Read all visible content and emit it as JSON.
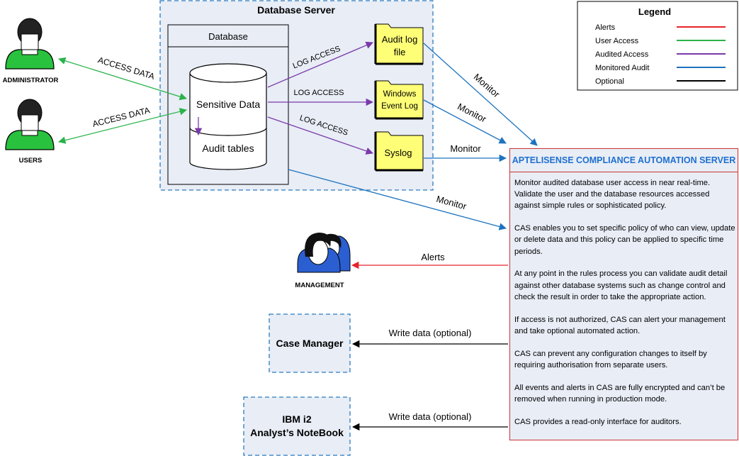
{
  "server": {
    "title": "Database Server"
  },
  "database": {
    "title": "Database",
    "sensitive": "Sensitive Data",
    "audit": "Audit tables"
  },
  "logs": {
    "audit_line1": "Audit log",
    "audit_line2": "file",
    "win_line1": "Windows",
    "win_line2": "Event Log",
    "syslog": "Syslog"
  },
  "actors": {
    "admin": "ADMINISTRATOR",
    "users": "USERS",
    "management": "MANAGEMENT"
  },
  "edges": {
    "access_data_1": "ACCESS DATA",
    "access_data_2": "ACCESS DATA",
    "log_access_1": "LOG ACCESS",
    "log_access_2": "LOG ACCESS",
    "log_access_3": "LOG ACCESS",
    "monitor_1": "Monitor",
    "monitor_2": "Monitor",
    "monitor_3": "Monitor",
    "monitor_4": "Monitor",
    "alerts": "Alerts",
    "write_1": "Write data (optional)",
    "write_2": "Write data (optional)"
  },
  "case_manager": "Case Manager",
  "ibm": {
    "line1": "IBM i2",
    "line2": "Analyst’s NoteBook"
  },
  "legend": {
    "title": "Legend",
    "items": [
      {
        "label": "Alerts",
        "color": "#e8242c"
      },
      {
        "label": "User Access",
        "color": "#2ab34a"
      },
      {
        "label": "Audited Access",
        "color": "#7a3aa9"
      },
      {
        "label": "Monitored Audit",
        "color": "#1e73be"
      },
      {
        "label": "Optional",
        "color": "#000000"
      }
    ]
  },
  "cas": {
    "title": "APTELISENSE COMPLIANCE AUTOMATION SERVER",
    "paragraphs": [
      "Monitor audited database user access in near real-time. Validate the user and the database resources accessed against simple rules or sophisticated policy.",
      "CAS enables you to set specific policy of who can view, update or delete data and this policy can be applied to specific time periods.",
      "At any point in the rules process you can validate audit detail against other database systems such as change control and check the result in order to take the appropriate action.",
      "If access is not authorized, CAS can alert your management and take optional automated action.",
      "CAS can prevent any configuration changes to itself by requiring authorisation from separate users.",
      "All events and alerts in CAS are fully encrypted and can’t be removed when running in production mode.",
      "CAS provides a read-only interface for auditors."
    ]
  }
}
